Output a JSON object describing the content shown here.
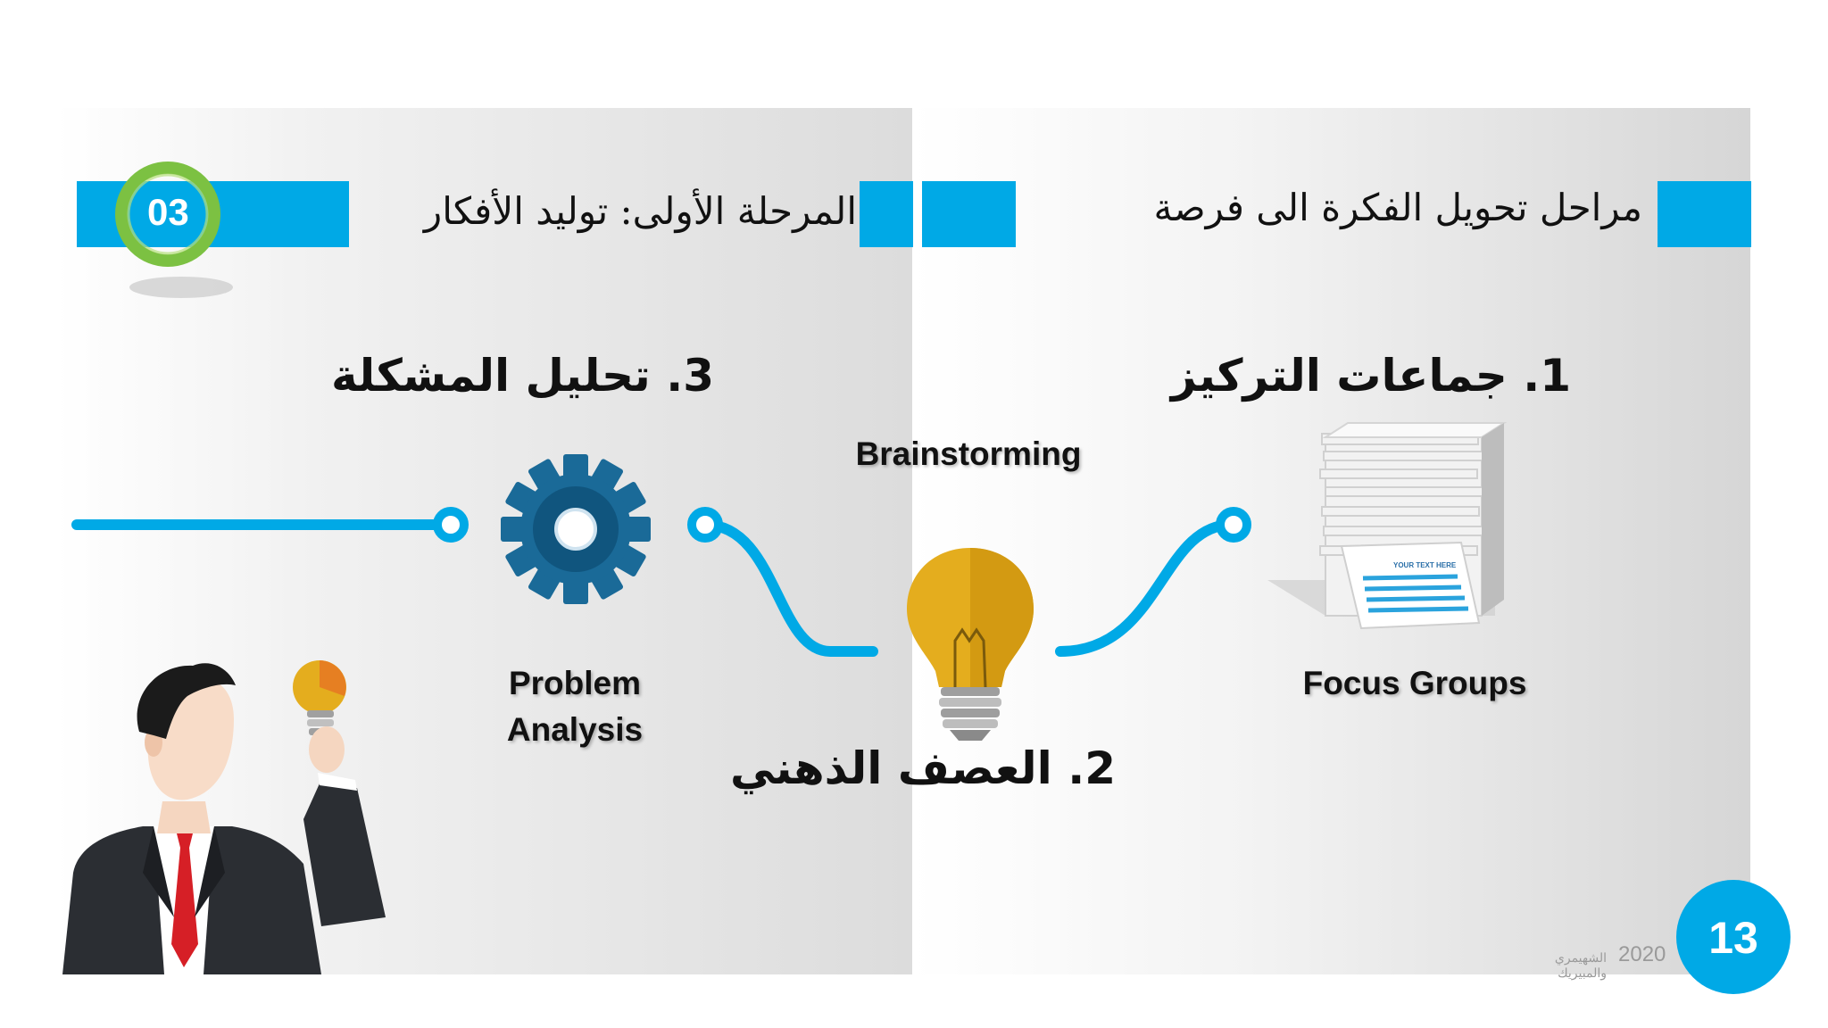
{
  "slide": {
    "section_number": "03",
    "header_left": "المرحلة الأولى: توليد الأفكار",
    "header_right": "مراحل تحويل الفكرة الى فرصة",
    "page_number": "13",
    "footer_year": "2020",
    "footer_authors": "الشهيمري والمبيريك"
  },
  "steps": [
    {
      "label_ar": "1. جماعات التركيز",
      "label_en": "Focus Groups",
      "icon": "document-stack-icon"
    },
    {
      "label_ar": "2. العصف الذهني",
      "label_en": "Brainstorming",
      "icon": "lightbulb-icon"
    },
    {
      "label_ar": "3. تحليل المشكلة",
      "label_en_line1": "Problem",
      "label_en_line2": "Analysis",
      "icon": "gear-icon"
    }
  ],
  "document_icon": {
    "text": "YOUR TEXT HERE"
  },
  "colors": {
    "accent": "#00a9e6",
    "gear": "#1a6a98",
    "bulb": "#e4ad1e",
    "ring": "#7cc142"
  }
}
